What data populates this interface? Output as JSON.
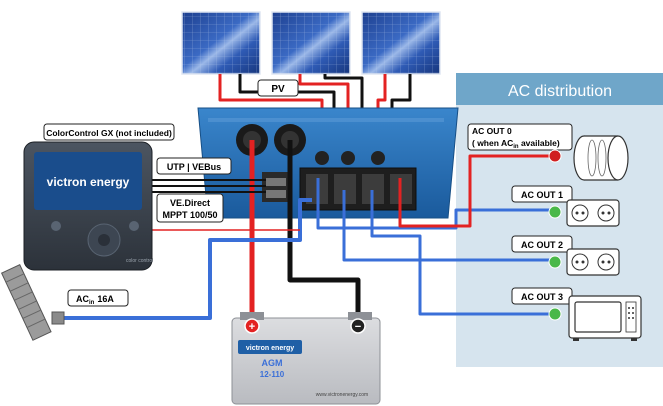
{
  "pv_label": "PV",
  "colorcontrol_label": "ColorControl GX (not included)",
  "utp_label": "UTP | VEBus",
  "vedirect_label_line1": "VE.Direct",
  "vedirect_label_line2": "MPPT 100/50",
  "ac_in_label": "AC",
  "ac_in_sub": "in",
  "ac_in_rating": "16A",
  "ac_distribution_title": "AC distribution",
  "ac_out0_line1": "AC  OUT 0",
  "ac_out0_line2_pre": "( when AC",
  "ac_out0_line2_sub": "in",
  "ac_out0_line2_post": " available)",
  "ac_out1_label": "AC OUT 1",
  "ac_out2_label": "AC OUT 2",
  "ac_out3_label": "AC OUT 3",
  "battery_brand": "victron energy",
  "battery_model_top": "AGM",
  "battery_model_bottom": "12-110",
  "battery_url": "www.victronenergy.com",
  "battery_plus": "+",
  "battery_minus": "−",
  "cc_brand": "victron energy",
  "cc_model": "color control",
  "colors": {
    "dc_red": "#e32222",
    "dc_black": "#111111",
    "ac_blue": "#3a6fd8",
    "device_blue": "#1f68b0",
    "ac_panel_bg": "#d6e4ee",
    "ac_panel_header": "#6fa6c9",
    "green_terminal": "#49b849",
    "red_terminal": "#d01f1f"
  }
}
